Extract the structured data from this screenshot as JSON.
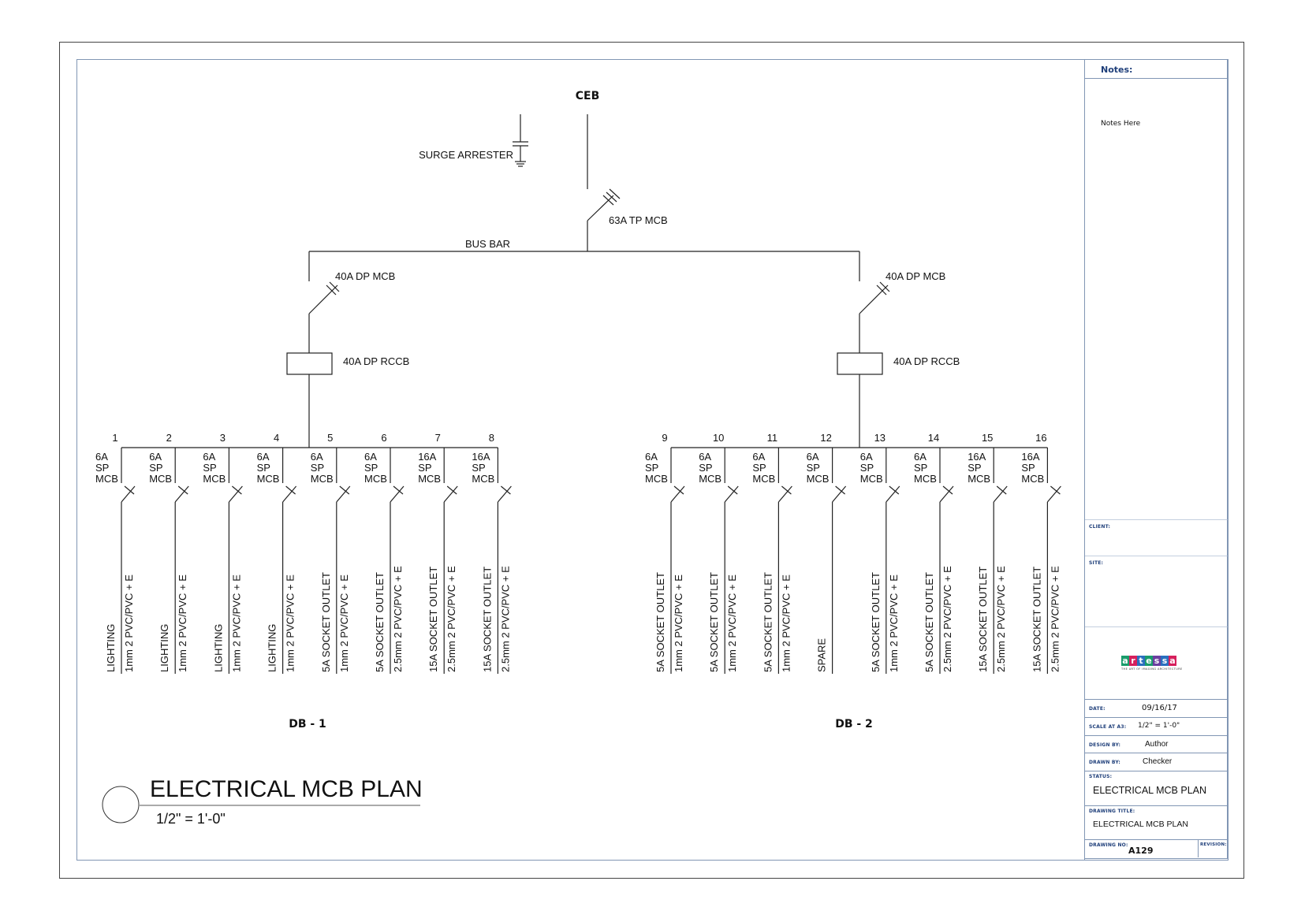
{
  "drawing": {
    "supply_label": "CEB",
    "surge_arrester_label": "SURGE ARRESTER",
    "main_breaker_label": "63A TP MCB",
    "bus_bar_label": "BUS BAR",
    "boards": [
      {
        "name": "DB - 1",
        "mcb_label": "40A DP MCB",
        "rccb_label": "40A DP RCCB",
        "circuits": [
          {
            "no": "1",
            "rating": "6A",
            "type": "SP",
            "device": "MCB",
            "load": "LIGHTING",
            "cable": "1mm 2 PVC/PVC + E"
          },
          {
            "no": "2",
            "rating": "6A",
            "type": "SP",
            "device": "MCB",
            "load": "LIGHTING",
            "cable": "1mm 2 PVC/PVC + E"
          },
          {
            "no": "3",
            "rating": "6A",
            "type": "SP",
            "device": "MCB",
            "load": "LIGHTING",
            "cable": "1mm 2 PVC/PVC + E"
          },
          {
            "no": "4",
            "rating": "6A",
            "type": "SP",
            "device": "MCB",
            "load": "LIGHTING",
            "cable": "1mm 2 PVC/PVC + E"
          },
          {
            "no": "5",
            "rating": "6A",
            "type": "SP",
            "device": "MCB",
            "load": "5A SOCKET OUTLET",
            "cable": "1mm 2 PVC/PVC + E"
          },
          {
            "no": "6",
            "rating": "6A",
            "type": "SP",
            "device": "MCB",
            "load": "5A SOCKET OUTLET",
            "cable": "2.5mm 2 PVC/PVC + E"
          },
          {
            "no": "7",
            "rating": "16A",
            "type": "SP",
            "device": "MCB",
            "load": "15A SOCKET OUTLET",
            "cable": "2.5mm 2 PVC/PVC + E"
          },
          {
            "no": "8",
            "rating": "16A",
            "type": "SP",
            "device": "MCB",
            "load": "15A SOCKET OUTLET",
            "cable": "2.5mm 2 PVC/PVC + E"
          }
        ]
      },
      {
        "name": "DB - 2",
        "mcb_label": "40A DP MCB",
        "rccb_label": "40A DP RCCB",
        "circuits": [
          {
            "no": "9",
            "rating": "6A",
            "type": "SP",
            "device": "MCB",
            "load": "5A SOCKET OUTLET",
            "cable": "1mm 2 PVC/PVC + E"
          },
          {
            "no": "10",
            "rating": "6A",
            "type": "SP",
            "device": "MCB",
            "load": "5A SOCKET OUTLET",
            "cable": "1mm 2 PVC/PVC + E"
          },
          {
            "no": "11",
            "rating": "6A",
            "type": "SP",
            "device": "MCB",
            "load": "5A SOCKET OUTLET",
            "cable": "1mm 2 PVC/PVC + E"
          },
          {
            "no": "12",
            "rating": "6A",
            "type": "SP",
            "device": "MCB",
            "load": "SPARE",
            "cable": ""
          },
          {
            "no": "13",
            "rating": "6A",
            "type": "SP",
            "device": "MCB",
            "load": "5A SOCKET OUTLET",
            "cable": "1mm 2 PVC/PVC + E"
          },
          {
            "no": "14",
            "rating": "6A",
            "type": "SP",
            "device": "MCB",
            "load": "5A SOCKET OUTLET",
            "cable": "2.5mm 2 PVC/PVC + E"
          },
          {
            "no": "15",
            "rating": "16A",
            "type": "SP",
            "device": "MCB",
            "load": "15A SOCKET OUTLET",
            "cable": "2.5mm 2 PVC/PVC + E"
          },
          {
            "no": "16",
            "rating": "16A",
            "type": "SP",
            "device": "MCB",
            "load": "15A SOCKET OUTLET",
            "cable": "2.5mm 2 PVC/PVC + E"
          }
        ]
      }
    ]
  },
  "view_title": {
    "title": "ELECTRICAL MCB PLAN",
    "scale": "1/2\" = 1'-0\""
  },
  "title_block": {
    "notes_heading": "Notes:",
    "notes_text": "Notes Here",
    "client_label": "CLIENT:",
    "client_value": "",
    "site_label": "SITE:",
    "site_value": "",
    "logo_text": "artessa",
    "logo_tagline": "THE ART OF IMAGING ARCHITECTURE",
    "logo_colors": [
      "#1a9c6b",
      "#d61f5c",
      "#2a6fbe",
      "#1a9c6b",
      "#6b3fa0",
      "#2a6fbe",
      "#d61f5c",
      "#1a9c6b"
    ],
    "date_label": "DATE:",
    "date_value": "09/16/17",
    "scale_label": "SCALE AT A3:",
    "scale_value": "1/2\" = 1'-0\"",
    "design_label": "DESIGN BY:",
    "design_value": "Author",
    "drawn_label": "DRAWN BY:",
    "drawn_value": "Checker",
    "status_label": "STATUS:",
    "status_value": "ELECTRICAL MCB PLAN",
    "drawing_title_label": "DRAWING TITLE:",
    "drawing_title_value": "ELECTRICAL MCB PLAN",
    "drawing_no_label": "DRAWING NO:",
    "drawing_no_value": "A129",
    "revision_label": "REVISION:",
    "revision_value": ""
  }
}
